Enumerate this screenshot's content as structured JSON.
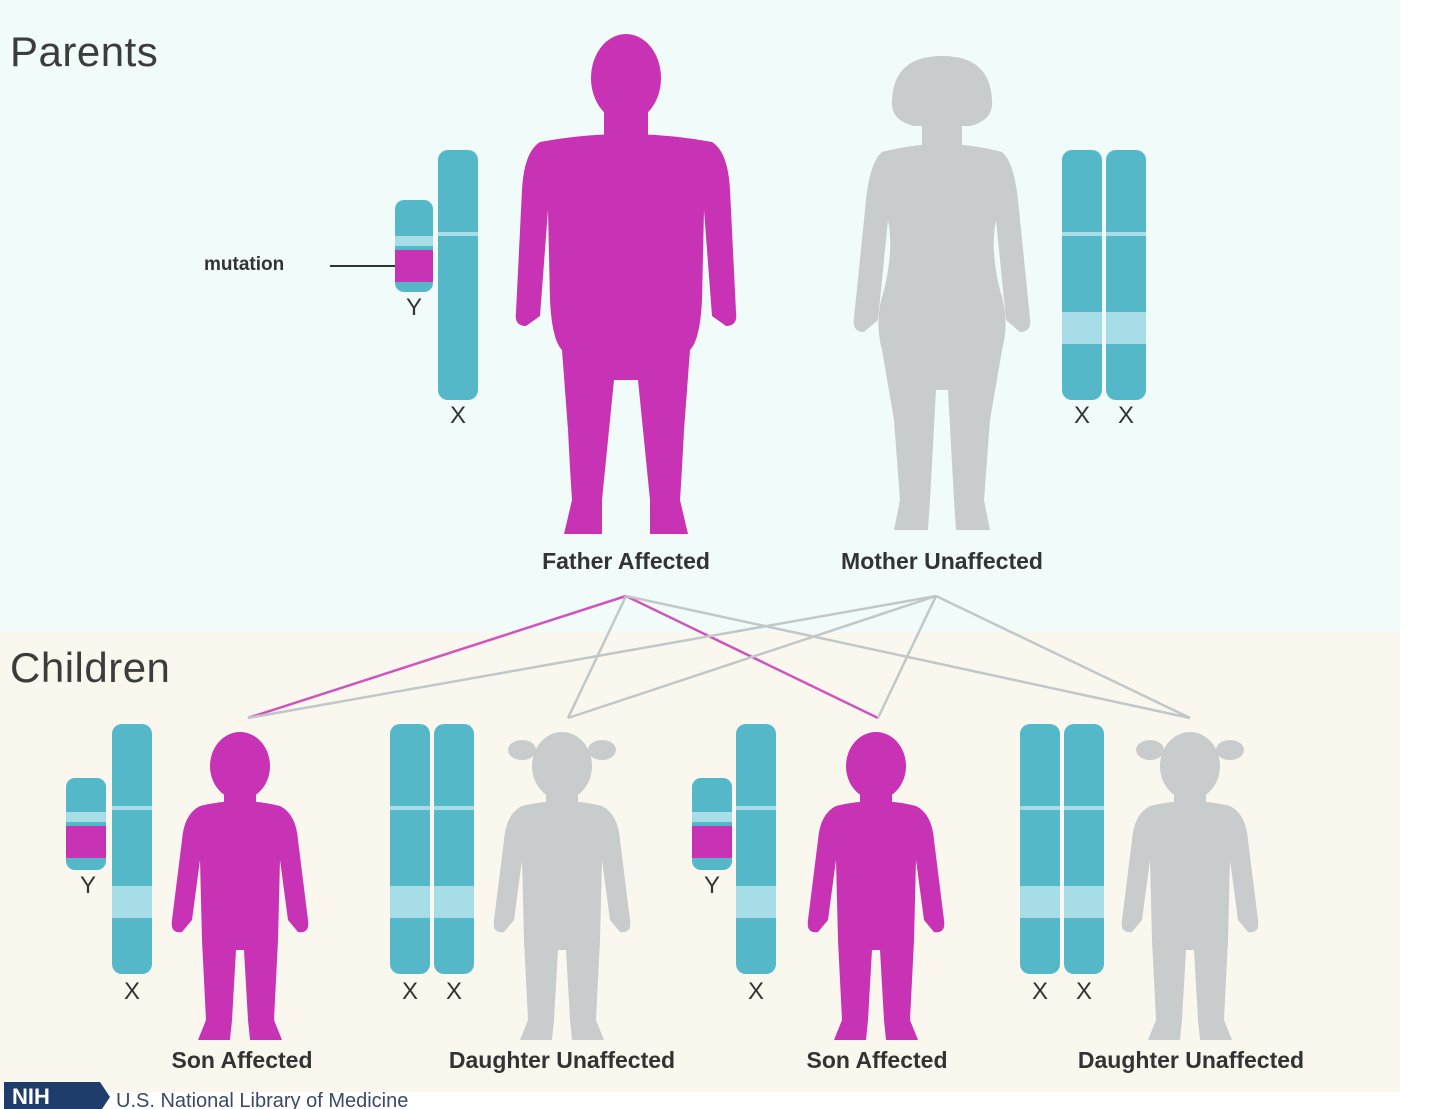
{
  "sections": {
    "parents_title": "Parents",
    "children_title": "Children"
  },
  "mutation_label": "mutation",
  "chromosome_labels": {
    "x": "X",
    "y": "Y"
  },
  "parents": [
    {
      "label": "Father Affected",
      "sex": "male",
      "affected": true
    },
    {
      "label": "Mother Unaffected",
      "sex": "female",
      "affected": false
    }
  ],
  "children": [
    {
      "label": "Son Affected",
      "sex": "male",
      "affected": true
    },
    {
      "label": "Daughter Unaffected",
      "sex": "female",
      "affected": false
    },
    {
      "label": "Son Affected",
      "sex": "male",
      "affected": true
    },
    {
      "label": "Daughter Unaffected",
      "sex": "female",
      "affected": false
    }
  ],
  "footer": {
    "badge": "NIH",
    "source": "U.S. National Library of Medicine"
  },
  "colors": {
    "affected": "#c832b4",
    "unaffected": "#c9cccd",
    "chromosome": "#55b8c9",
    "chromosome_band": "#a6dde6",
    "mutation": "#c832b4",
    "parents_bg": "#f1fbf9",
    "children_bg": "#faf7ef",
    "affected_line": "#cf55bd",
    "unaffected_line": "#c2c7c9"
  },
  "icons": [
    "adult-male-silhouette-icon",
    "adult-female-silhouette-icon",
    "boy-silhouette-icon",
    "girl-silhouette-icon",
    "chromosome-icon"
  ]
}
